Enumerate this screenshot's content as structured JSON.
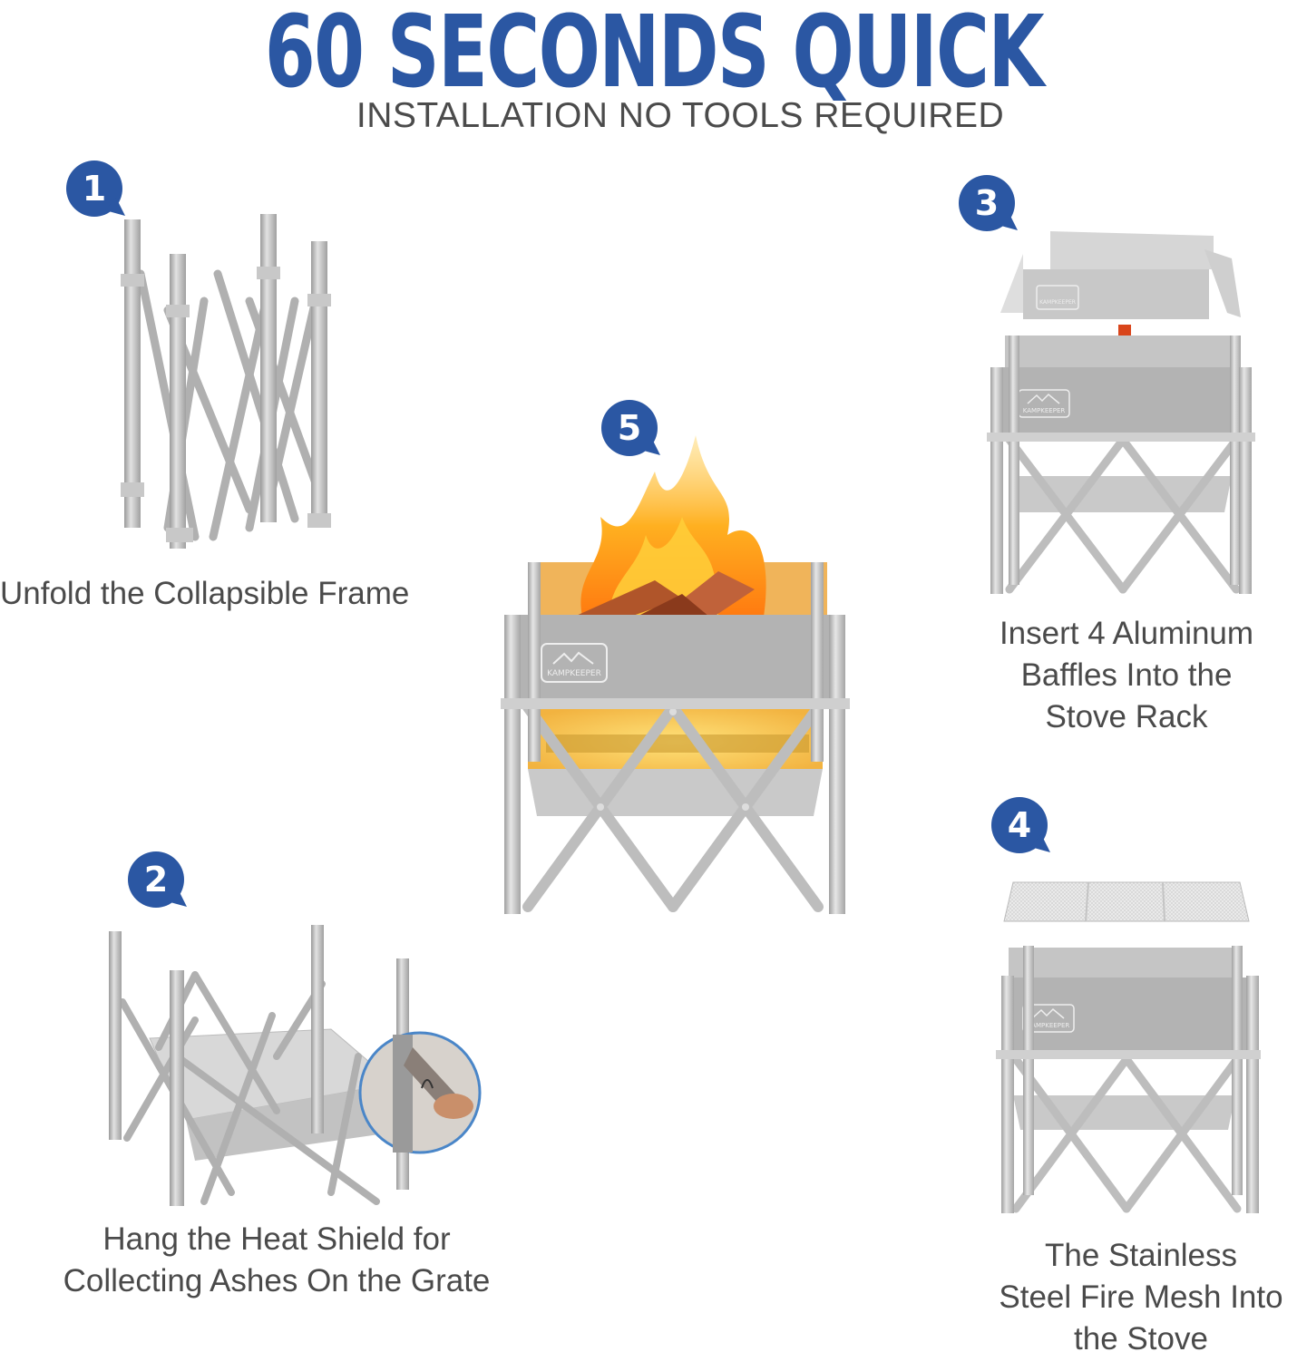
{
  "header": {
    "headline": "60 SECONDS QUICK",
    "subhead": "INSTALLATION NO TOOLS REQUIRED"
  },
  "colors": {
    "accent_blue": "#2b57a3",
    "text_gray": "#4a4a4a",
    "metal": "#b8b8b8",
    "arrow_red": "#d9451b"
  },
  "brand": {
    "logo_text": "KAMPKEEPER",
    "logo_icon": "mountain-icon"
  },
  "steps": [
    {
      "number": "1",
      "caption_lines": [
        "Unfold the Collapsible Frame"
      ],
      "image": "collapsed-frame"
    },
    {
      "number": "2",
      "caption_lines": [
        "Hang the Heat Shield for",
        "Collecting Ashes On the Grate"
      ],
      "image": "frame-with-heat-shield"
    },
    {
      "number": "3",
      "caption_lines": [
        "Insert 4 Aluminum",
        "Baffles Into the",
        "Stove Rack"
      ],
      "image": "baffles-insertion",
      "arrow_icon": "down-arrow-icon"
    },
    {
      "number": "4",
      "caption_lines": [
        "The Stainless",
        "Steel Fire Mesh Into",
        "the Stove"
      ],
      "image": "fire-mesh-insertion"
    },
    {
      "number": "5",
      "caption_lines": [],
      "image": "assembled-fire-pit-burning"
    }
  ]
}
